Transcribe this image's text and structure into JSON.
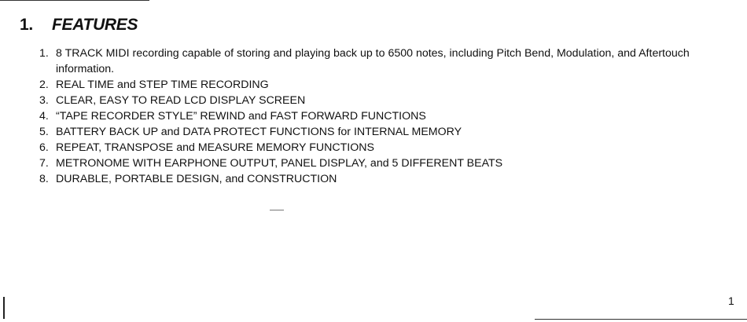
{
  "section": {
    "number": "1.",
    "title": "FEATURES"
  },
  "features": [
    {
      "num": "1.",
      "text": "8 TRACK MIDI recording capable of storing and playing back up to 6500 notes, including Pitch Bend, Modulation, and Aftertouch information."
    },
    {
      "num": "2.",
      "text": "REAL TIME and STEP TIME RECORDING"
    },
    {
      "num": "3.",
      "text": "CLEAR, EASY TO READ LCD DISPLAY SCREEN"
    },
    {
      "num": "4.",
      "text": "“TAPE RECORDER STYLE” REWIND and FAST FORWARD FUNCTIONS"
    },
    {
      "num": "5.",
      "text": "BATTERY BACK UP and DATA PROTECT FUNCTIONS for INTERNAL MEMORY"
    },
    {
      "num": "6.",
      "text": "REPEAT, TRANSPOSE and MEASURE MEMORY FUNCTIONS"
    },
    {
      "num": "7.",
      "text": "METRONOME WITH EARPHONE OUTPUT, PANEL DISPLAY, and 5 DIFFERENT BEATS"
    },
    {
      "num": "8.",
      "text": "DURABLE, PORTABLE DESIGN, and CONSTRUCTION"
    }
  ],
  "footer": {
    "page_number": "1"
  }
}
